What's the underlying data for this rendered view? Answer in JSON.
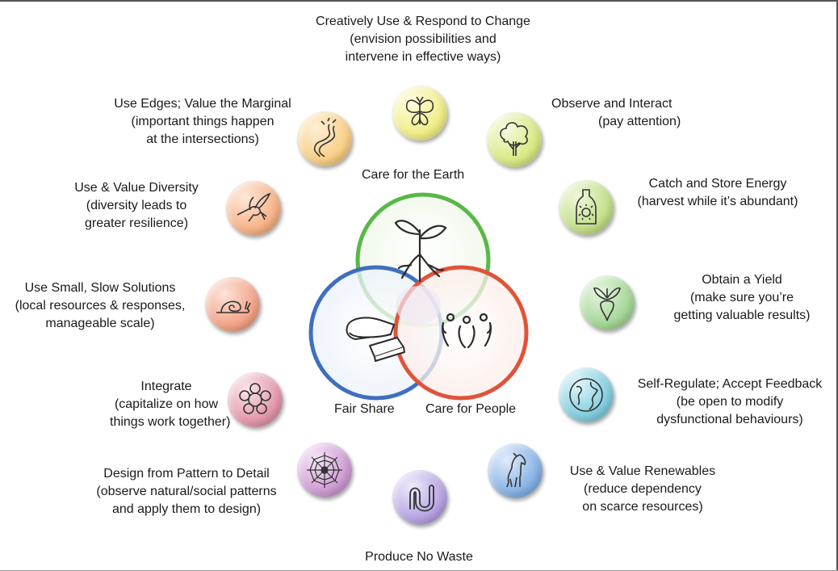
{
  "ethics": {
    "earth": "Care for the Earth",
    "fair": "Fair Share",
    "people": "Care for People"
  },
  "principles": {
    "change": {
      "l1": "Creatively Use & Respond to Change",
      "l2": "(envision possibilities and",
      "l3": "intervene in effective ways)",
      "icon": "butterfly-icon",
      "color": "#f0ee8a"
    },
    "observe": {
      "l1": "Observe and Interact",
      "l2": "(pay attention)",
      "icon": "tree-icon",
      "color": "#d9ea86"
    },
    "energy": {
      "l1": "Catch and Store Energy",
      "l2": "(harvest while it’s abundant)",
      "icon": "jar-icon",
      "color": "#c4e08c"
    },
    "yield": {
      "l1": "Obtain a Yield",
      "l2": "(make sure you’re",
      "l3": "getting valuable results)",
      "icon": "radish-icon",
      "color": "#a7d89a"
    },
    "feedback": {
      "l1": "Self-Regulate; Accept Feedback",
      "l2": "(be open to modify",
      "l3": "dysfunctional behaviours)",
      "icon": "globe-icon",
      "color": "#86cfe0"
    },
    "renewables": {
      "l1": "Use & Value Renewables",
      "l2": "(reduce dependency",
      "l3": "on scarce resources)",
      "icon": "horse-icon",
      "color": "#8ab4e6"
    },
    "waste": {
      "l1": "Produce No Waste",
      "icon": "worm-icon",
      "color": "#b9a6e3"
    },
    "pattern": {
      "l1": "Design from Pattern to Detail",
      "l2": "(observe natural/social patterns",
      "l3": "and apply them to design)",
      "icon": "spiderweb-icon",
      "color": "#cf9ed3"
    },
    "integrate": {
      "l1": "Integrate",
      "l2": "(capitalize on how",
      "l3": "things work together)",
      "icon": "flower-ring-icon",
      "color": "#e49aab"
    },
    "small": {
      "l1": "Use Small, Slow Solutions",
      "l2": "(local resources & responses,",
      "l3": "manageable scale)",
      "icon": "snail-icon",
      "color": "#f3a58a"
    },
    "diversity": {
      "l1": "Use & Value Diversity",
      "l2": "(diversity leads to",
      "l3": "greater resilience)",
      "icon": "hummingbird-icon",
      "color": "#f7b48a"
    },
    "edges": {
      "l1": "Use Edges; Value the Marginal",
      "l2": "(important things happen",
      "l3": "at the intersections)",
      "icon": "river-icon",
      "color": "#f9d08a"
    }
  }
}
